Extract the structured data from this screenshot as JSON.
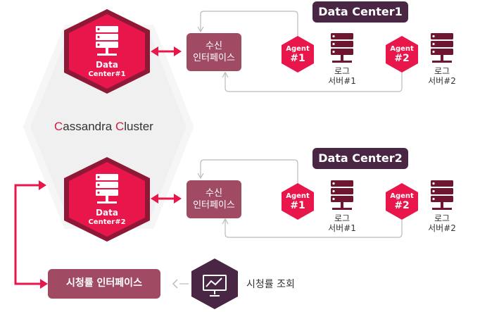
{
  "cluster": {
    "first": "C",
    "rest1": "assandra ",
    "second": "C",
    "rest2": "luster"
  },
  "dc1": {
    "title": "Data Center1",
    "node_line1": "Data",
    "node_line2": "Center#1",
    "recv_line1": "수신",
    "recv_line2": "인터페이스",
    "agents": [
      {
        "label": "Agent",
        "num": "#1"
      },
      {
        "label": "Agent",
        "num": "#2"
      }
    ],
    "servers": [
      {
        "line1": "로그",
        "line2": "서버#1"
      },
      {
        "line1": "로그",
        "line2": "서버#2"
      }
    ]
  },
  "dc2": {
    "title": "Data Center2",
    "node_line1": "Data",
    "node_line2": "Center#2",
    "recv_line1": "수신",
    "recv_line2": "인터페이스",
    "agents": [
      {
        "label": "Agent",
        "num": "#1"
      },
      {
        "label": "Agent",
        "num": "#2"
      }
    ],
    "servers": [
      {
        "line1": "로그",
        "line2": "서버#1"
      },
      {
        "line1": "로그",
        "line2": "서버#2"
      }
    ]
  },
  "view_interface": "시청률 인터페이스",
  "view_query": "시청률 조회",
  "colors": {
    "crimson": "#e8164a",
    "darkred": "#8f1836",
    "plum": "#4a2645",
    "mauve": "#a04a63"
  }
}
